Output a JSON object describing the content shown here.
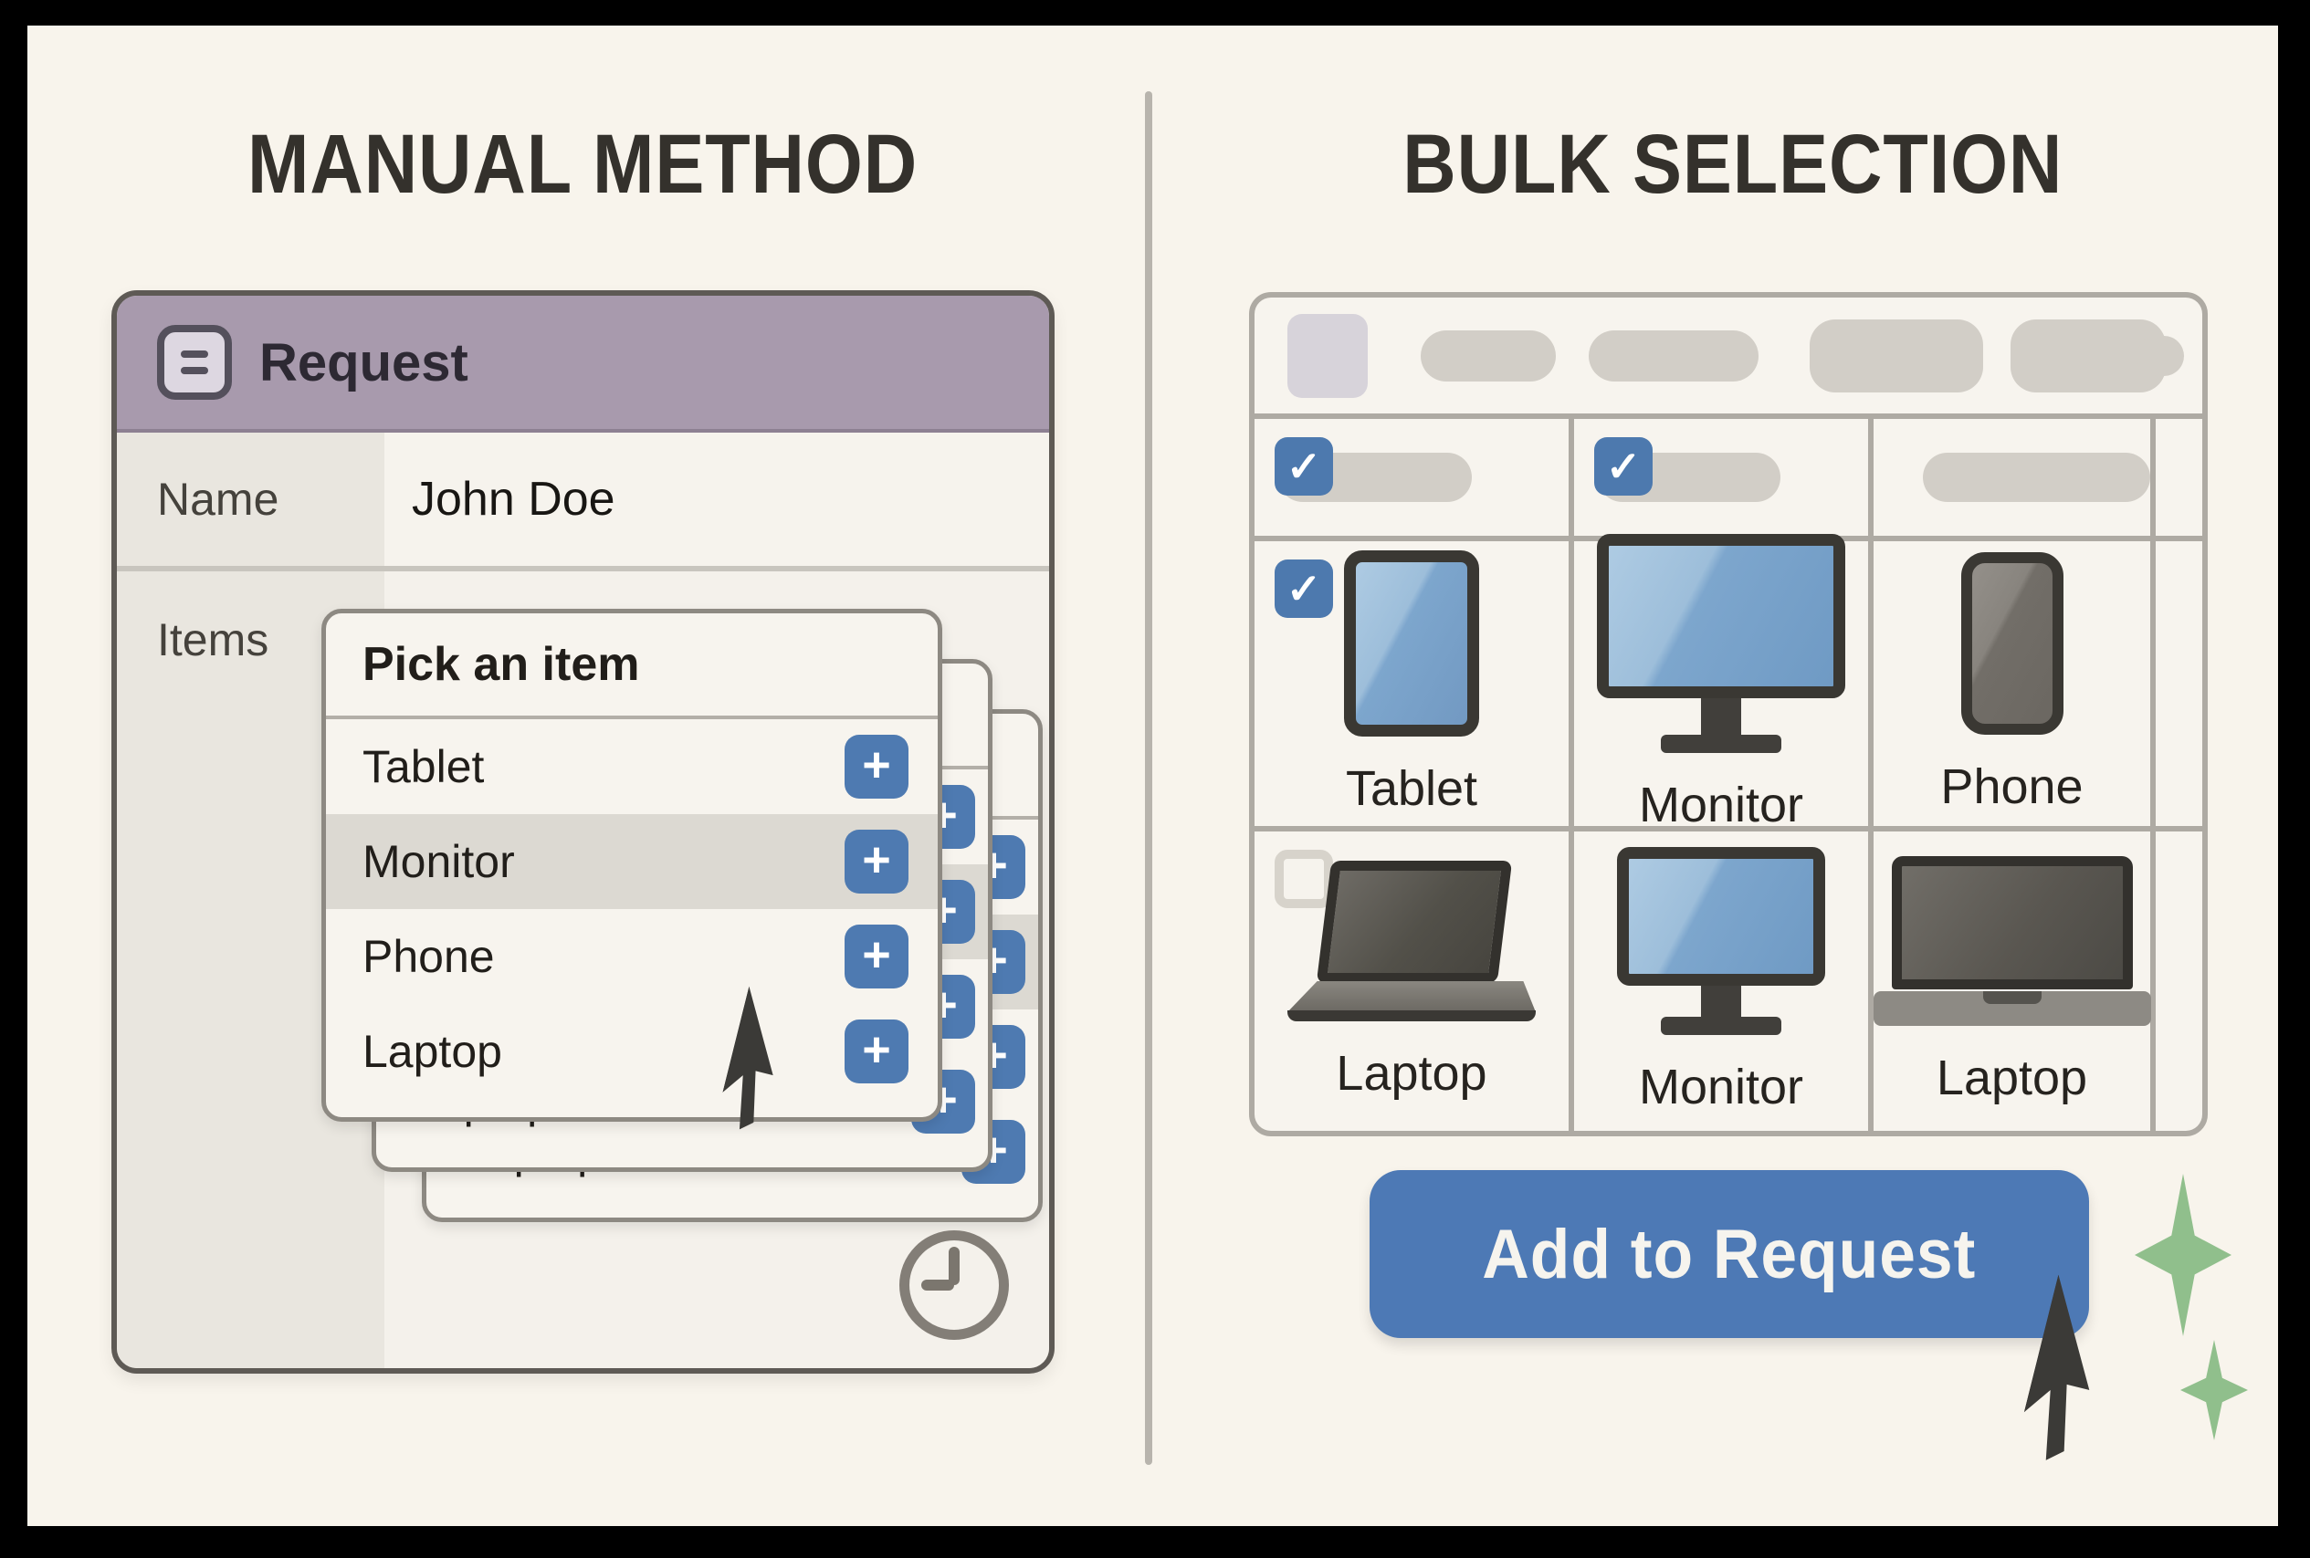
{
  "manual": {
    "title": "MANUAL METHOD",
    "card": {
      "title": "Request",
      "name_label": "Name",
      "name_value": "John Doe",
      "items_label": "Items"
    },
    "dropdown": {
      "header": "Pick an item",
      "options": [
        {
          "label": "Tablet",
          "highlighted": false
        },
        {
          "label": "Monitor",
          "highlighted": true
        },
        {
          "label": "Phone",
          "highlighted": false
        },
        {
          "label": "Laptop",
          "highlighted": false
        }
      ],
      "stacked_panels": 3
    }
  },
  "bulk": {
    "title": "BULK SELECTION",
    "table": {
      "header_checkboxes": [
        {
          "checked": true
        },
        {
          "checked": true
        }
      ],
      "cells": [
        [
          {
            "label": "Tablet",
            "icon": "tablet-icon",
            "checked": true
          },
          {
            "label": "Monitor",
            "icon": "monitor-icon",
            "checked": null
          },
          {
            "label": "Phone",
            "icon": "phone-icon",
            "checked": null
          }
        ],
        [
          {
            "label": "Laptop",
            "icon": "laptop-open-icon",
            "checked": false
          },
          {
            "label": "Monitor",
            "icon": "monitor-icon",
            "checked": null
          },
          {
            "label": "Laptop",
            "icon": "laptop-closed-icon",
            "checked": null
          }
        ]
      ]
    },
    "button_label": "Add to Request"
  },
  "icons": {
    "plus": "+",
    "check": "✓"
  },
  "colors": {
    "background": "#f8f4ec",
    "frame": "#000000",
    "header_purple": "#a89aad",
    "accent_blue": "#4d79ae",
    "plus_blue": "#4e7ab1",
    "button_blue": "#4d79b5",
    "sparkle_green": "#90bf8c",
    "table_line": "#aeaaa3",
    "highlight_row": "#dcd9d2",
    "cursor_gray": "#3b3a37"
  }
}
